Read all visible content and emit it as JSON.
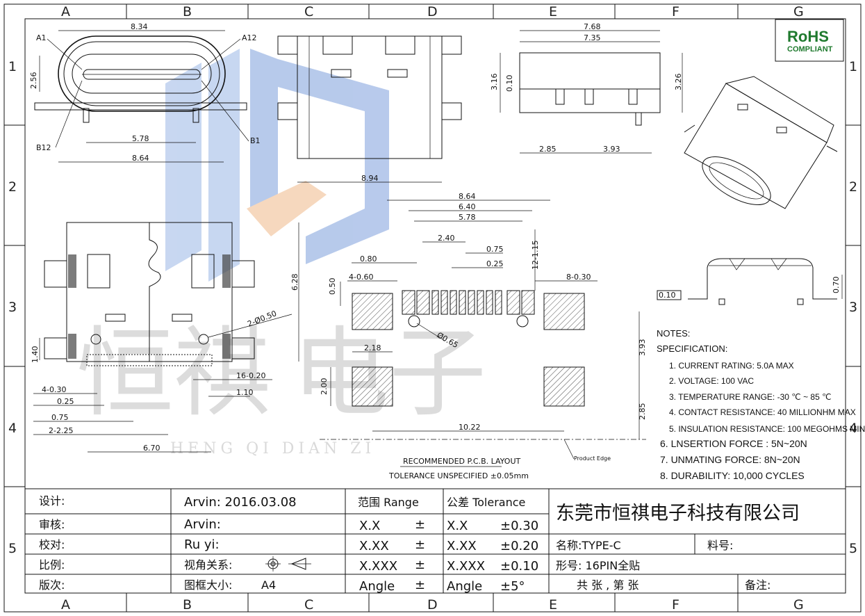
{
  "grid": {
    "cols": [
      "A",
      "B",
      "C",
      "D",
      "E",
      "F",
      "G"
    ],
    "rows": [
      "1",
      "2",
      "3",
      "4",
      "5"
    ]
  },
  "rohs": {
    "line1": "RoHS",
    "line2": "COMPLIANT",
    "color": "#1f7a2e"
  },
  "watermark": {
    "chars": [
      "恒",
      "祺",
      "电",
      "子"
    ],
    "pinyin": "HENG  QI  DIAN  ZI"
  },
  "dims": {
    "front": {
      "w834": "8.34",
      "a1": "A1",
      "a12": "A12",
      "h256": "2.56",
      "b12": "B12",
      "b1": "B1",
      "w578": "5.78",
      "w864": "8.64"
    },
    "top": {
      "w894": "8.94"
    },
    "side": {
      "w768": "7.68",
      "w735": "7.35",
      "h316": "3.16",
      "h010": "0.10",
      "h326": "3.26",
      "w285": "2.85",
      "w393": "3.93"
    },
    "bottom": {
      "h628": "6.28",
      "hole": "2-Ø0.50",
      "h140": "1.40",
      "p1": "4-0.30",
      "p2": "0.25",
      "p3": "0.75",
      "p4": "2-2.25",
      "w670": "6.70",
      "p5": "16-0.20",
      "p6": "1.10"
    },
    "pcb": {
      "w864": "8.64",
      "w640": "6.40",
      "w578": "5.78",
      "w240": "2.40",
      "w075": "0.75",
      "w025": "0.25",
      "w080": "0.80",
      "h050": "0.50",
      "p460": "4-0.60",
      "p830": "8-0.30",
      "h115": "12-1.15",
      "d065": "Ø0.65",
      "w218": "2.18",
      "h200": "2.00",
      "h393": "3.93",
      "h285": "2.85",
      "w1022": "10.22",
      "edge": "Product Edge",
      "title": "RECOMMENDED  P.C.B. LAYOUT",
      "tol": "TOLERANCE UNSPECIFIED ±0.05mm"
    },
    "profile": {
      "c010": "0.10",
      "h070": "0.70"
    }
  },
  "notes": {
    "title": "NOTES:",
    "spec": "SPECIFICATION:",
    "items": [
      "1. CURRENT RATING: 5.0A MAX",
      "2. VOLTAGE: 100 VAC",
      "3. TEMPERATURE RANGE: -30 ℃ ~ 85 ℃",
      "4. CONTACT RESISTANCE: 40 MILLIONHM MAX",
      "5. INSULATION RESISTANCE: 100 MEGOHMS MIN.",
      "6. LNSERTION FORCE : 5N~20N",
      "7. UNMATING FORCE: 8N~20N",
      "8. DURABILITY:   10,000 CYCLES"
    ]
  },
  "titleblock": {
    "r1": {
      "label": "设计:",
      "value": "Arvin:  2016.03.08",
      "range": "范围 Range",
      "tol": "公差 Tolerance"
    },
    "r2": {
      "label": "审核:",
      "value": "Arvin:",
      "rng": "X.X",
      "pm": "±",
      "tv": "X.X",
      "tt": "±0.30"
    },
    "r3": {
      "label": "校对:",
      "value": "Ru yi:",
      "rng": "X.XX",
      "pm": "±",
      "tv": "X.XX",
      "tt": "±0.20"
    },
    "r4": {
      "label": "比例:",
      "value": "视角关系:",
      "rng": "X.XXX",
      "pm": "±",
      "tv": "X.XXX",
      "tt": "±0.10"
    },
    "r5": {
      "label": "版次:",
      "value": "图框大小:",
      "size": "A4",
      "rng": "Angle",
      "pm": "±",
      "tv": "Angle",
      "tt": "±5°"
    },
    "company": "东莞市恒祺电子科技有限公司",
    "name": "名称:TYPE-C",
    "partno": "料号:",
    "model": "形号: 16PIN全贴",
    "sheet": "共    张  , 第    张",
    "remark": "备注:"
  }
}
